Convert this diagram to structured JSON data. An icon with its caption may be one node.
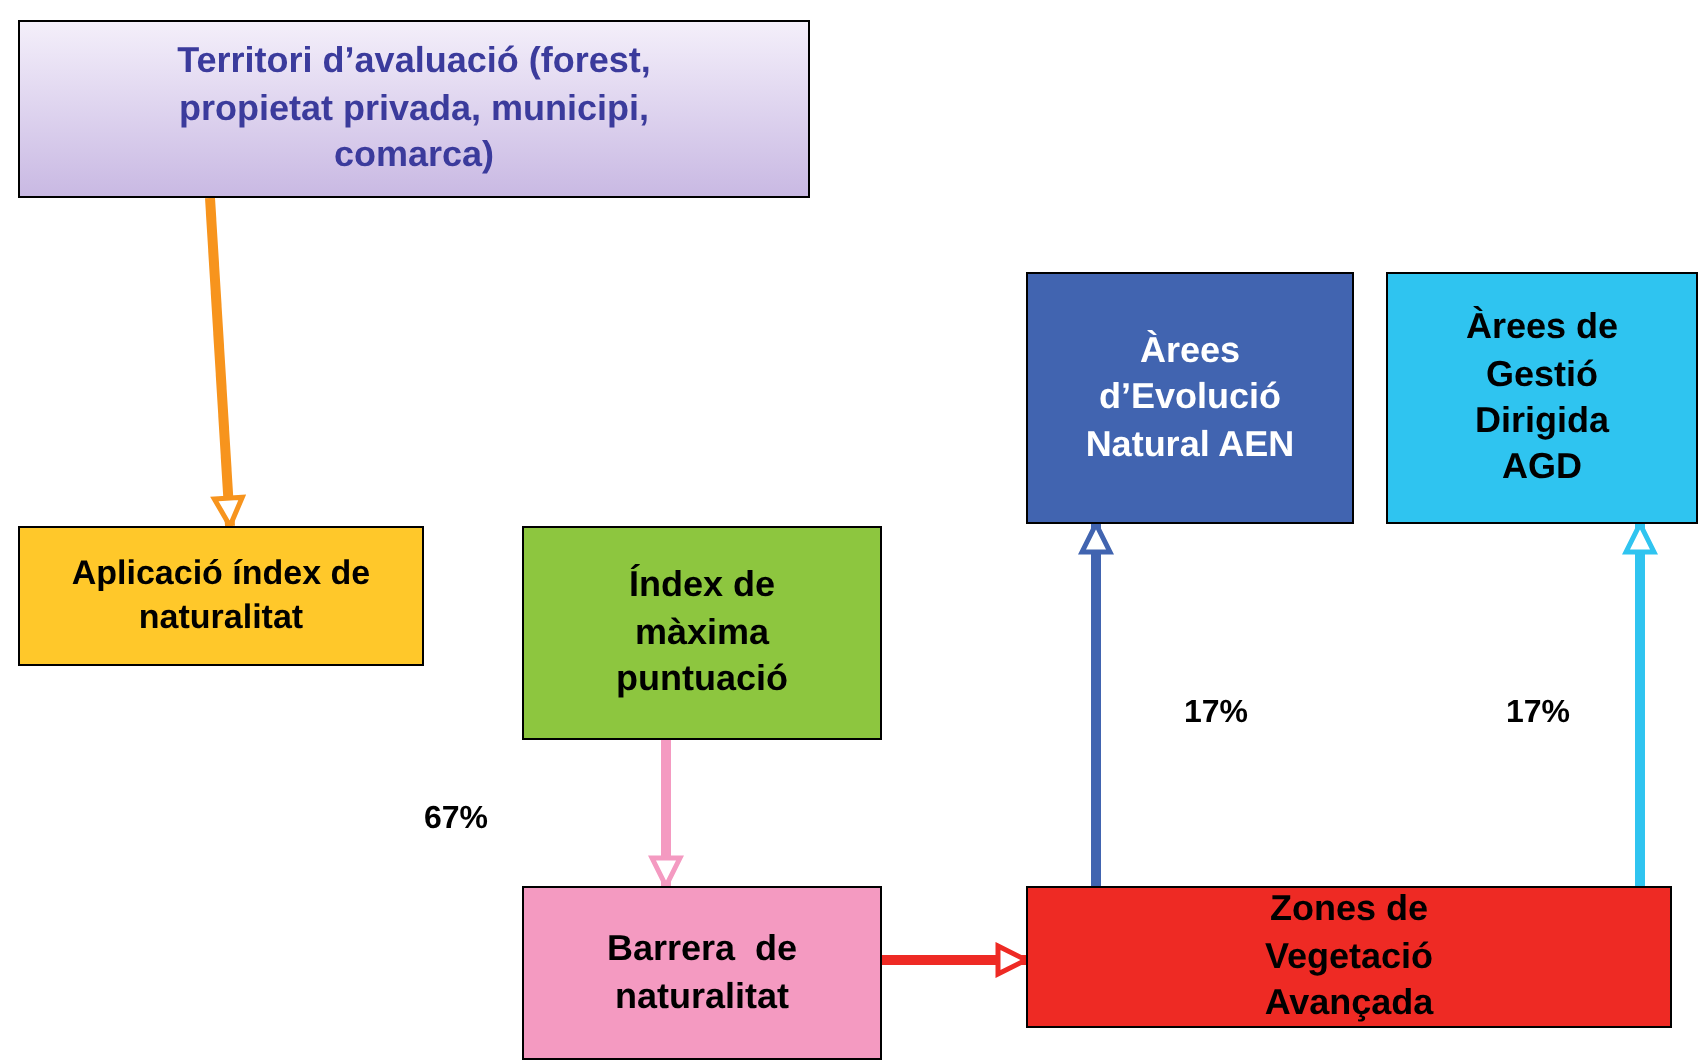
{
  "diagram": {
    "nodes": [
      {
        "text": [
          "Territori d’avaluació (forest, propietat privada, municipi, comarca)"
        ]
      },
      {
        "text": [
          "Aplicació índex de naturalitat"
        ]
      },
      {
        "text": [
          "Índex de màxima puntuació"
        ]
      },
      {
        "text": [
          "Barrera  de naturalitat"
        ]
      },
      {
        "text": [
          "Zones de Vegetació Avançada"
        ]
      },
      {
        "text": [
          "Àrees d’Evolució Natural AEN"
        ]
      },
      {
        "text": [
          "Àrees de Gestió Dirigida AGD"
        ]
      }
    ],
    "edges": [
      {
        "from": 0,
        "to": 1,
        "arrow": "to",
        "color": "#f7941d"
      },
      {
        "from": 2,
        "to": 3,
        "arrow": "to",
        "color": "#f49ac1"
      },
      {
        "from": 3,
        "to": 4,
        "arrow": "to",
        "color": "#ee2a24"
      },
      {
        "from": 4,
        "to": 5,
        "arrow": "to",
        "color": "#4164b0"
      },
      {
        "from": 4,
        "to": 6,
        "arrow": "to",
        "color": "#2fc4f0"
      }
    ],
    "labels": [
      "67%",
      "17%",
      "17%"
    ]
  }
}
